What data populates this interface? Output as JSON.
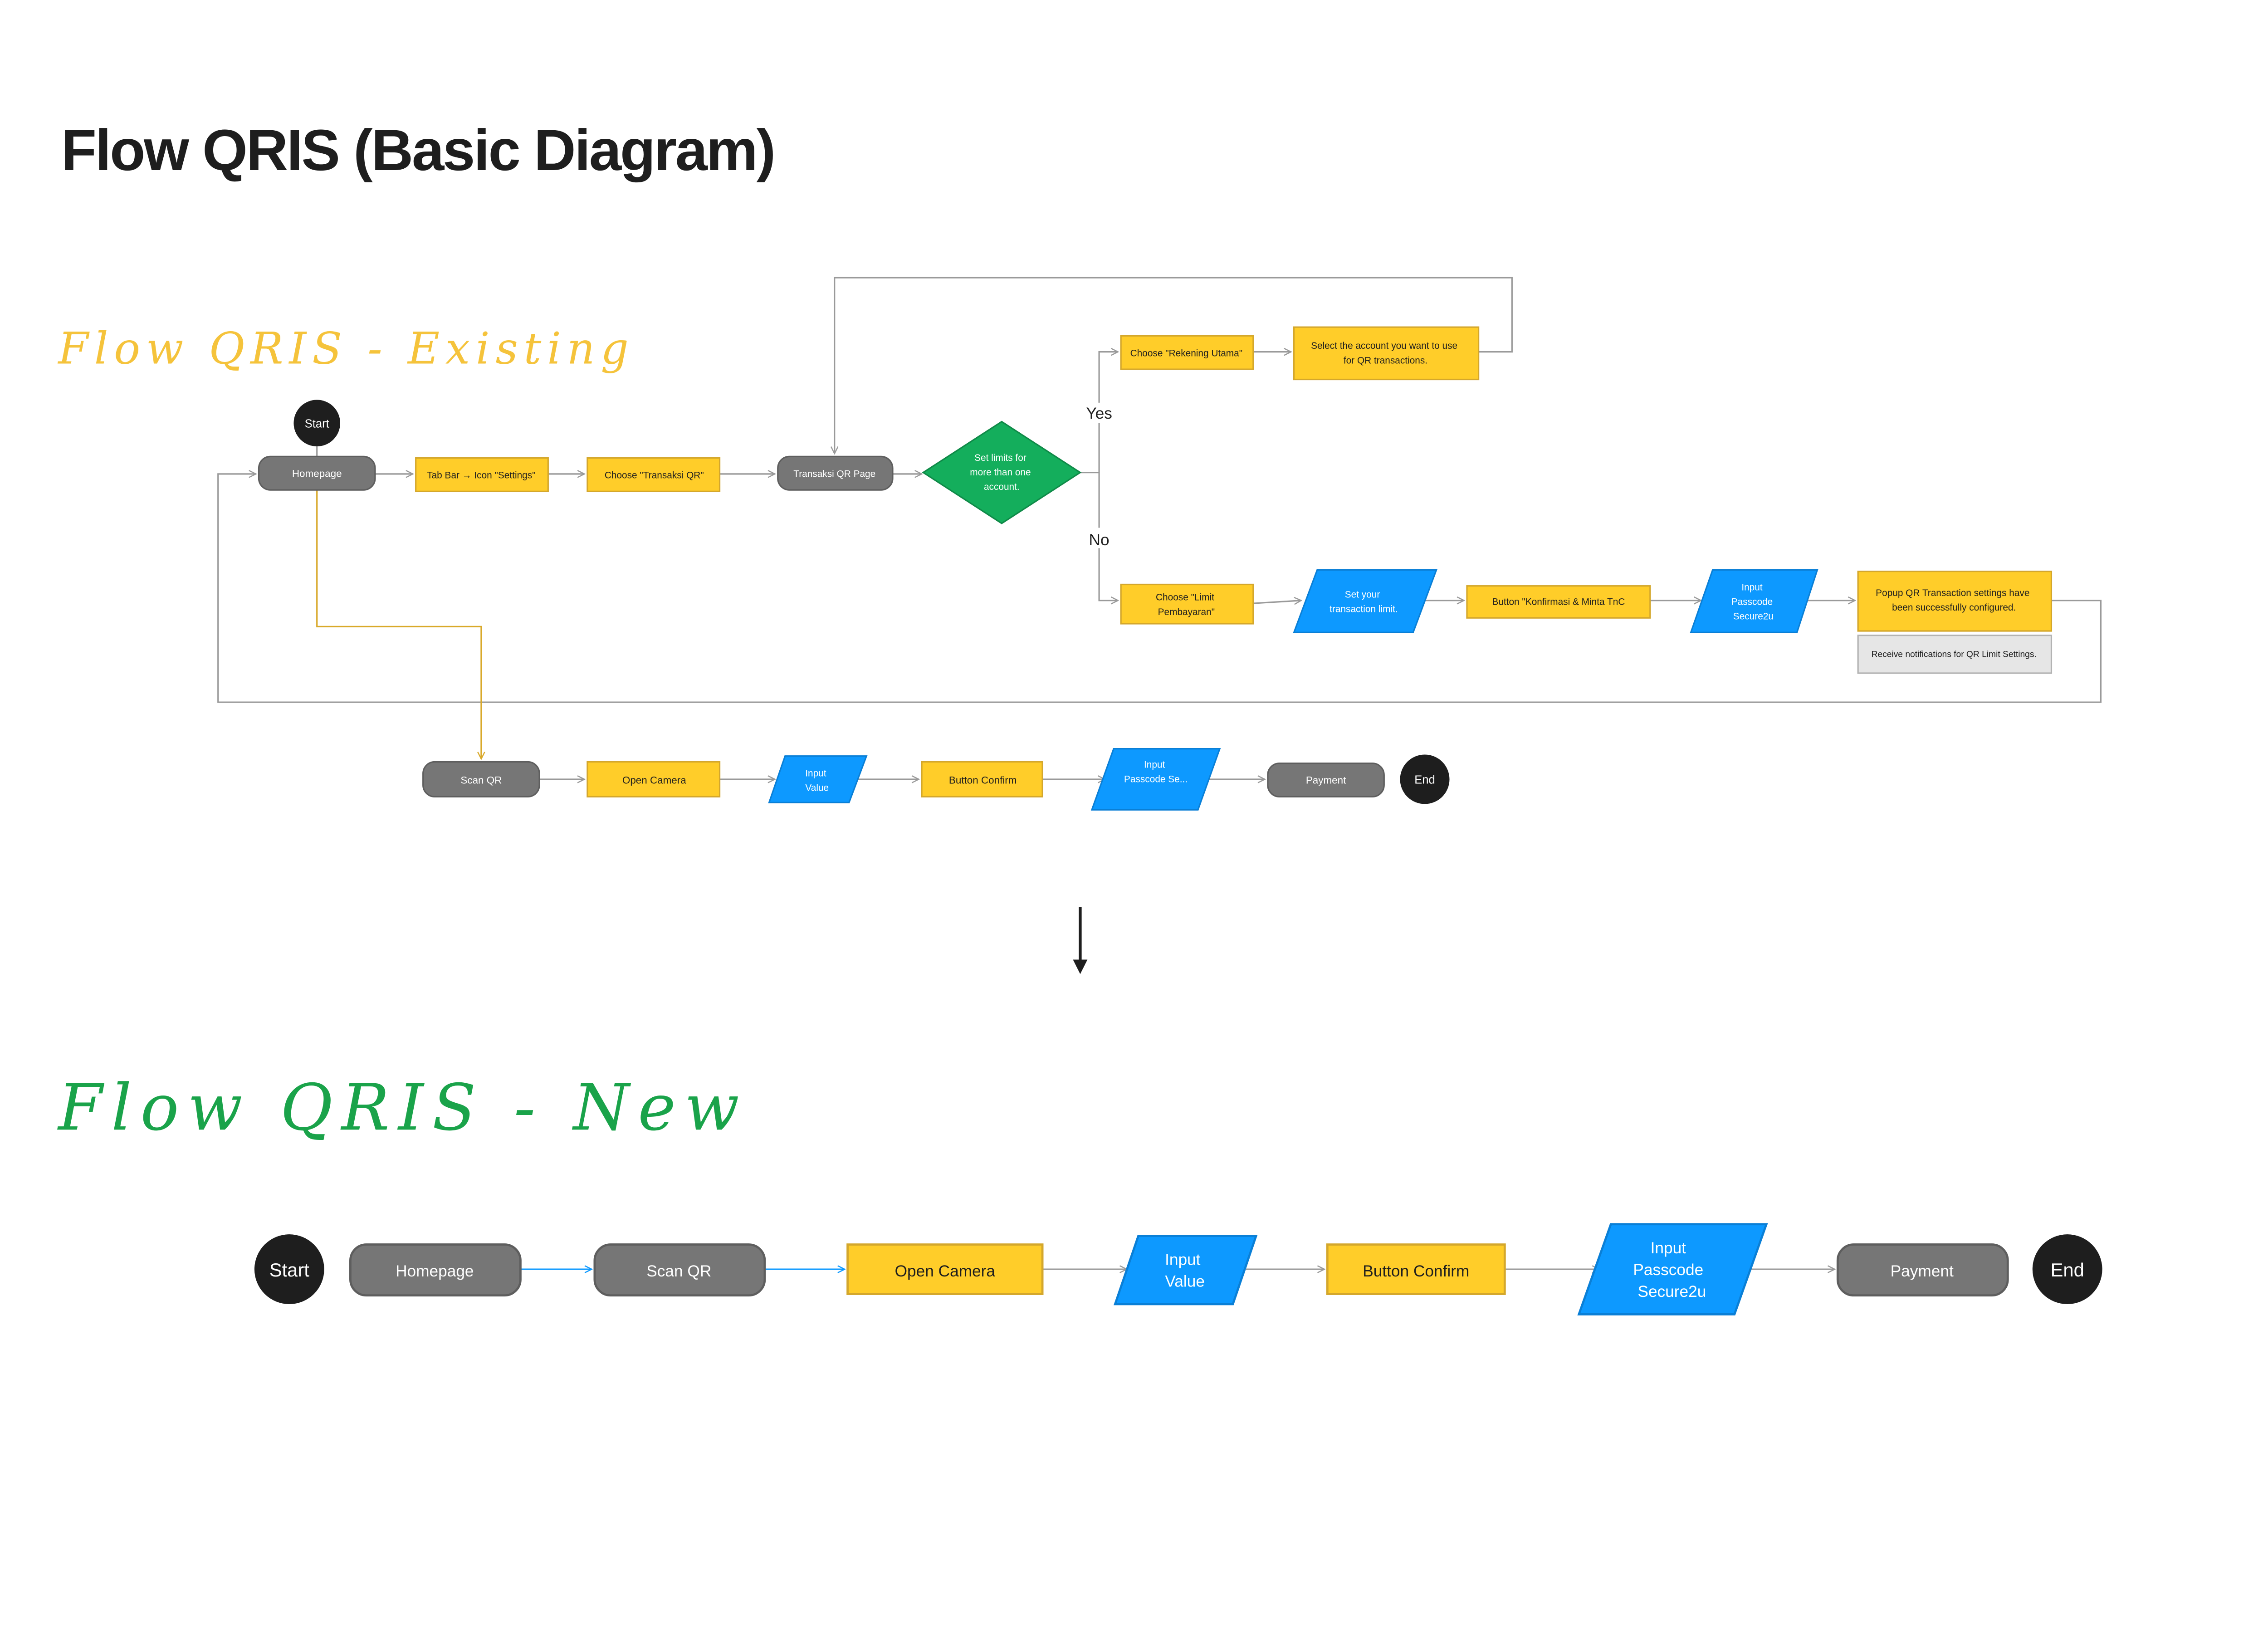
{
  "title": "Flow QRIS (Basic Diagram)",
  "colors": {
    "terminal": "#1e1e1e",
    "process_gray": "#767676",
    "process_yellow": "#ffcd29",
    "input_blue": "#0d99ff",
    "decision_green": "#14ae5c",
    "note_gray": "#e6e6e6",
    "existing_heading": "#f5c33b",
    "new_heading": "#1aa34a"
  },
  "existing": {
    "heading": "Flow QRIS - Existing",
    "start": "Start",
    "homepage": "Homepage",
    "tab_bar": "Tab Bar → Icon \"Settings\"",
    "choose_transaksi": "Choose \"Transaksi QR\"",
    "transaksi_page": "Transaksi QR Page",
    "decision": [
      "Set limits for",
      "more than one",
      "account."
    ],
    "yes": "Yes",
    "no": "No",
    "rekening_utama": "Choose \"Rekening Utama\"",
    "select_account": [
      "Select the account you want to use",
      "for QR transactions."
    ],
    "limit_pembayaran": [
      "Choose \"Limit",
      "Pembayaran\""
    ],
    "set_limit": [
      "Set your",
      "transaction limit."
    ],
    "konfirmasi": "Button \"Konfirmasi & Minta TnC",
    "passcode": [
      "Input",
      "Passcode",
      "Secure2u"
    ],
    "popup": [
      "Popup QR Transaction settings have",
      "been successfully configured."
    ],
    "notification": "Receive notifications for QR Limit Settings.",
    "scan_qr": "Scan QR",
    "open_camera": "Open Camera",
    "input_value": [
      "Input",
      "Value"
    ],
    "button_confirm": "Button Confirm",
    "passcode_short": [
      "Input",
      "Passcode Se..."
    ],
    "payment": "Payment",
    "end": "End"
  },
  "new": {
    "heading": "Flow QRIS - New",
    "start": "Start",
    "homepage": "Homepage",
    "scan_qr": "Scan QR",
    "open_camera": "Open Camera",
    "input_value": [
      "Input",
      "Value"
    ],
    "button_confirm": "Button Confirm",
    "passcode": [
      "Input",
      "Passcode",
      "Secure2u"
    ],
    "payment": "Payment",
    "end": "End"
  }
}
